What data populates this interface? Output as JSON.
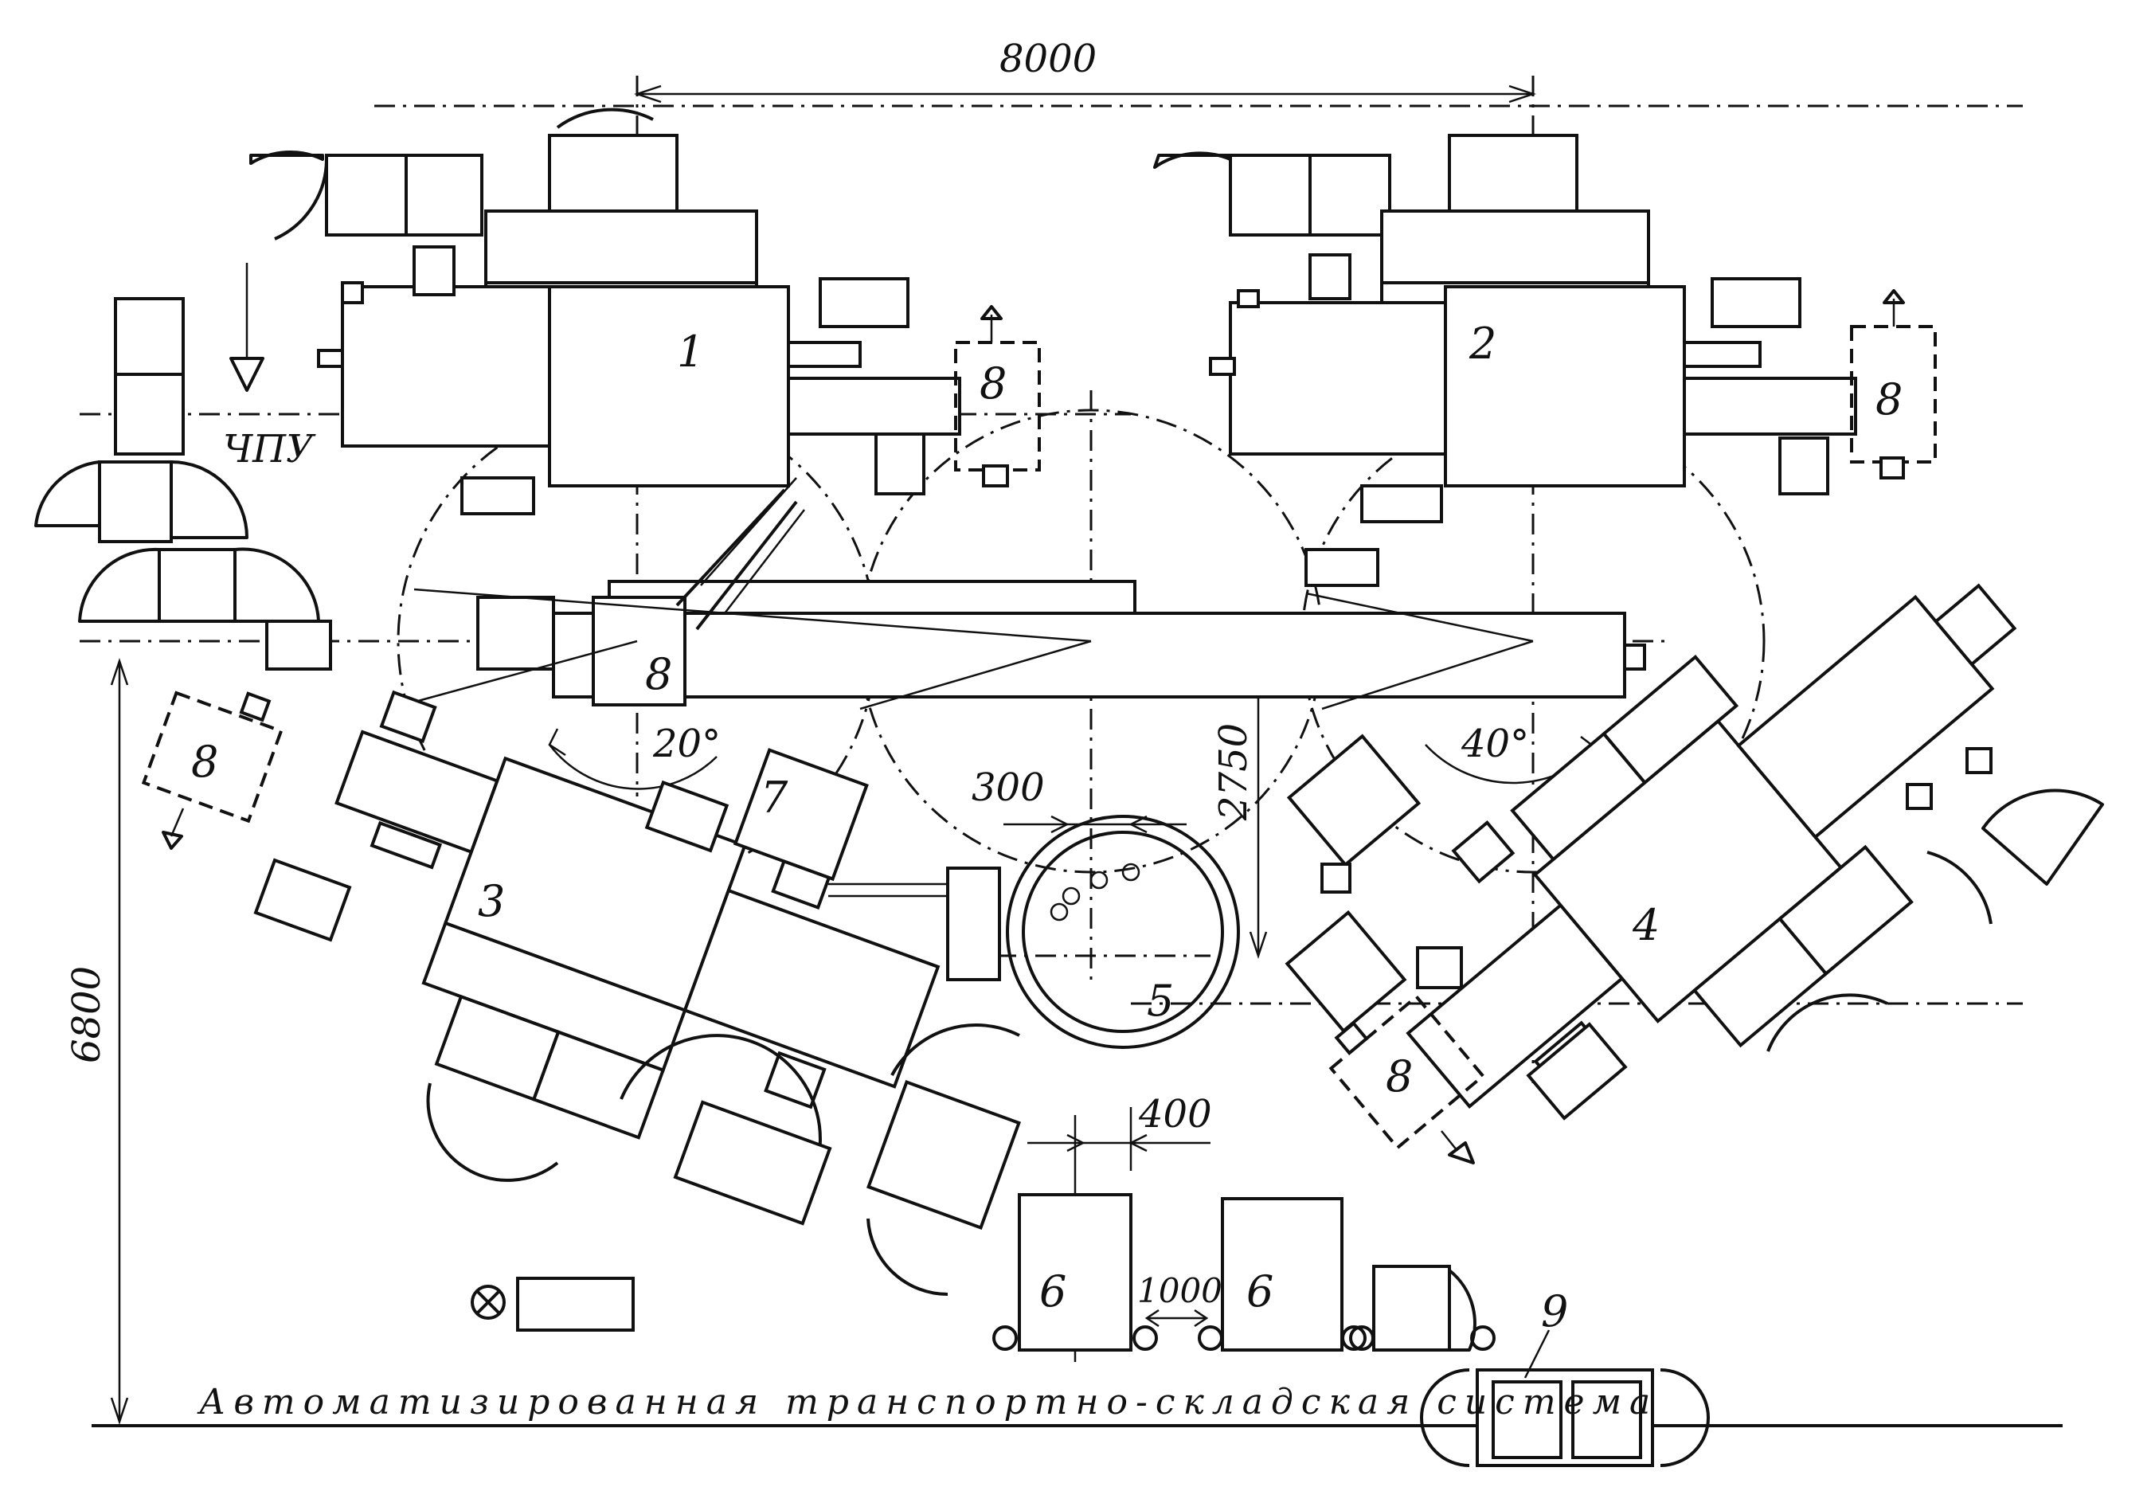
{
  "labels": {
    "m1": "1",
    "m2": "2",
    "m3": "3",
    "m4": "4",
    "m5": "5",
    "m6a": "6",
    "m6b": "6",
    "m7": "7",
    "m8a": "8",
    "m8b": "8",
    "m8c": "8",
    "m8d": "8",
    "m8e": "8",
    "m9": "9",
    "cnc": "ЧПУ"
  },
  "dimensions": {
    "d8000": "8000",
    "d6800": "6800",
    "d2750": "2750",
    "d300": "300",
    "d400": "400",
    "d1000": "1000",
    "a20": "20°",
    "a40": "40°"
  },
  "caption": "Автоматизированная транспортно-складская система"
}
